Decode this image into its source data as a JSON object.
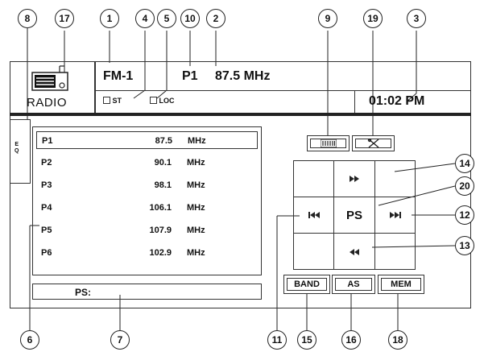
{
  "header": {
    "band": "FM-1",
    "preset": "P1",
    "frequency": "87.5 MHz",
    "st_label": "ST",
    "loc_label": "LOC",
    "clock": "01:02 PM",
    "radio_label": "RADIO"
  },
  "eq_tab": {
    "label_line1": "E",
    "label_line2": "Q"
  },
  "presets": [
    {
      "name": "P1",
      "freq": "87.5",
      "unit": "MHz"
    },
    {
      "name": "P2",
      "freq": "90.1",
      "unit": "MHz"
    },
    {
      "name": "P3",
      "freq": "98.1",
      "unit": "MHz"
    },
    {
      "name": "P4",
      "freq": "106.1",
      "unit": "MHz"
    },
    {
      "name": "P5",
      "freq": "107.9",
      "unit": "MHz"
    },
    {
      "name": "P6",
      "freq": "102.9",
      "unit": "MHz"
    }
  ],
  "ps_bar": {
    "label": "PS:"
  },
  "pad": {
    "center_label": "PS"
  },
  "bottom_buttons": {
    "band": "BAND",
    "as": "AS",
    "mem": "MEM"
  },
  "callouts": {
    "c1": "1",
    "c2": "2",
    "c3": "3",
    "c4": "4",
    "c5": "5",
    "c6": "6",
    "c7": "7",
    "c8": "8",
    "c9": "9",
    "c10": "10",
    "c11": "11",
    "c12": "12",
    "c13": "13",
    "c14": "14",
    "c15": "15",
    "c16": "16",
    "c17": "17",
    "c18": "18",
    "c19": "19",
    "c20": "20"
  }
}
